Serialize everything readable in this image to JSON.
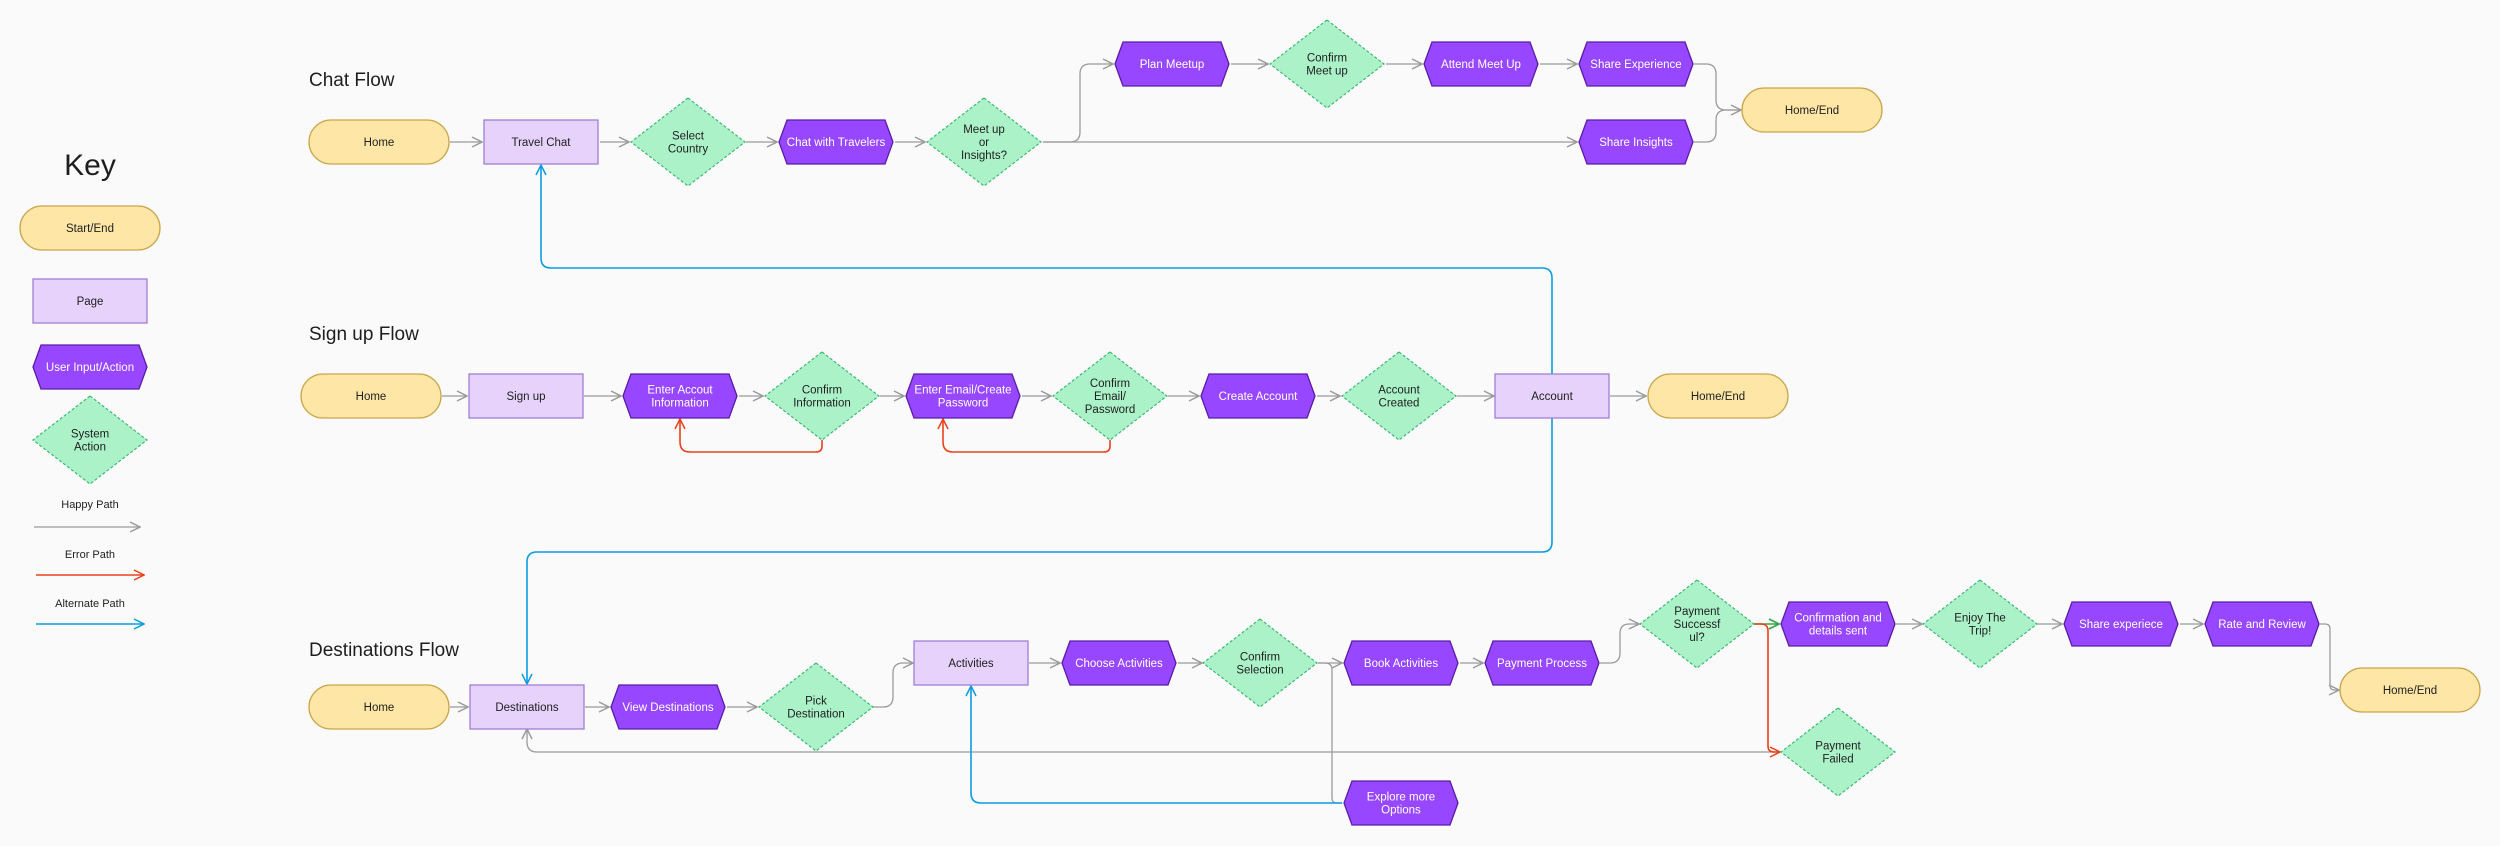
{
  "colors": {
    "start_end_fill": "#fde6a6",
    "start_end_stroke": "#caa64b",
    "page_fill": "#e6d2fb",
    "page_stroke": "#a07fd6",
    "action_fill": "#9747ff",
    "action_stroke": "#5a1ca8",
    "system_fill": "#acf2c9",
    "system_stroke": "#3fb873",
    "happy_path": "#9b9b9b",
    "error_path": "#e8421c",
    "alternate_path": "#0c9be0",
    "success_arrow": "#3aa54a"
  },
  "key": {
    "title": "Key",
    "start_end": "Start/End",
    "page": "Page",
    "user_action": "User Input/Action",
    "system_action": [
      "System",
      "Action"
    ],
    "happy_path": "Happy Path",
    "error_path": "Error Path",
    "alternate_path": "Alternate Path"
  },
  "flows": {
    "chat": {
      "title": "Chat Flow",
      "home": "Home",
      "travel_chat": "Travel Chat",
      "select_country": [
        "Select",
        "Country"
      ],
      "chat_with_travelers": "Chat with Travelers",
      "meet_or_insights": [
        "Meet up",
        "or",
        "Insights?"
      ],
      "plan_meetup": "Plan Meetup",
      "confirm_meetup": [
        "Confirm",
        "Meet up"
      ],
      "attend_meetup": "Attend Meet Up",
      "share_experience": "Share Experience",
      "share_insights": "Share Insights",
      "end": "Home/End"
    },
    "signup": {
      "title": "Sign up Flow",
      "home": "Home",
      "sign_up": "Sign up",
      "enter_account_info": [
        "Enter Accout",
        "Information"
      ],
      "confirm_info": [
        "Confirm",
        "Information"
      ],
      "enter_email_password": [
        "Enter Email/Create",
        "Password"
      ],
      "confirm_email_password": [
        "Confirm",
        "Email/",
        "Password"
      ],
      "create_account": "Create Account",
      "account_created": [
        "Account",
        "Created"
      ],
      "account": "Account",
      "end": "Home/End"
    },
    "destinations": {
      "title": "Destinations Flow",
      "home": "Home",
      "destinations": "Destinations",
      "view_destinations": "View Destinations",
      "pick_destination": [
        "Pick",
        "Destination"
      ],
      "activities": "Activities",
      "choose_activities": "Choose Activities",
      "confirm_selection": [
        "Confirm",
        "Selection"
      ],
      "book_activities": "Book Activities",
      "payment_process": "Payment Process",
      "payment_successful": [
        "Payment",
        "Successf",
        "ul?"
      ],
      "confirmation_sent": [
        "Confirmation and",
        "details sent"
      ],
      "enjoy_trip": [
        "Enjoy The",
        "Trip!"
      ],
      "share_experience": "Share experiece",
      "rate_review": "Rate and Review",
      "end": "Home/End",
      "payment_failed": [
        "Payment",
        "Failed"
      ],
      "explore_more": [
        "Explore more",
        "Options"
      ]
    }
  }
}
